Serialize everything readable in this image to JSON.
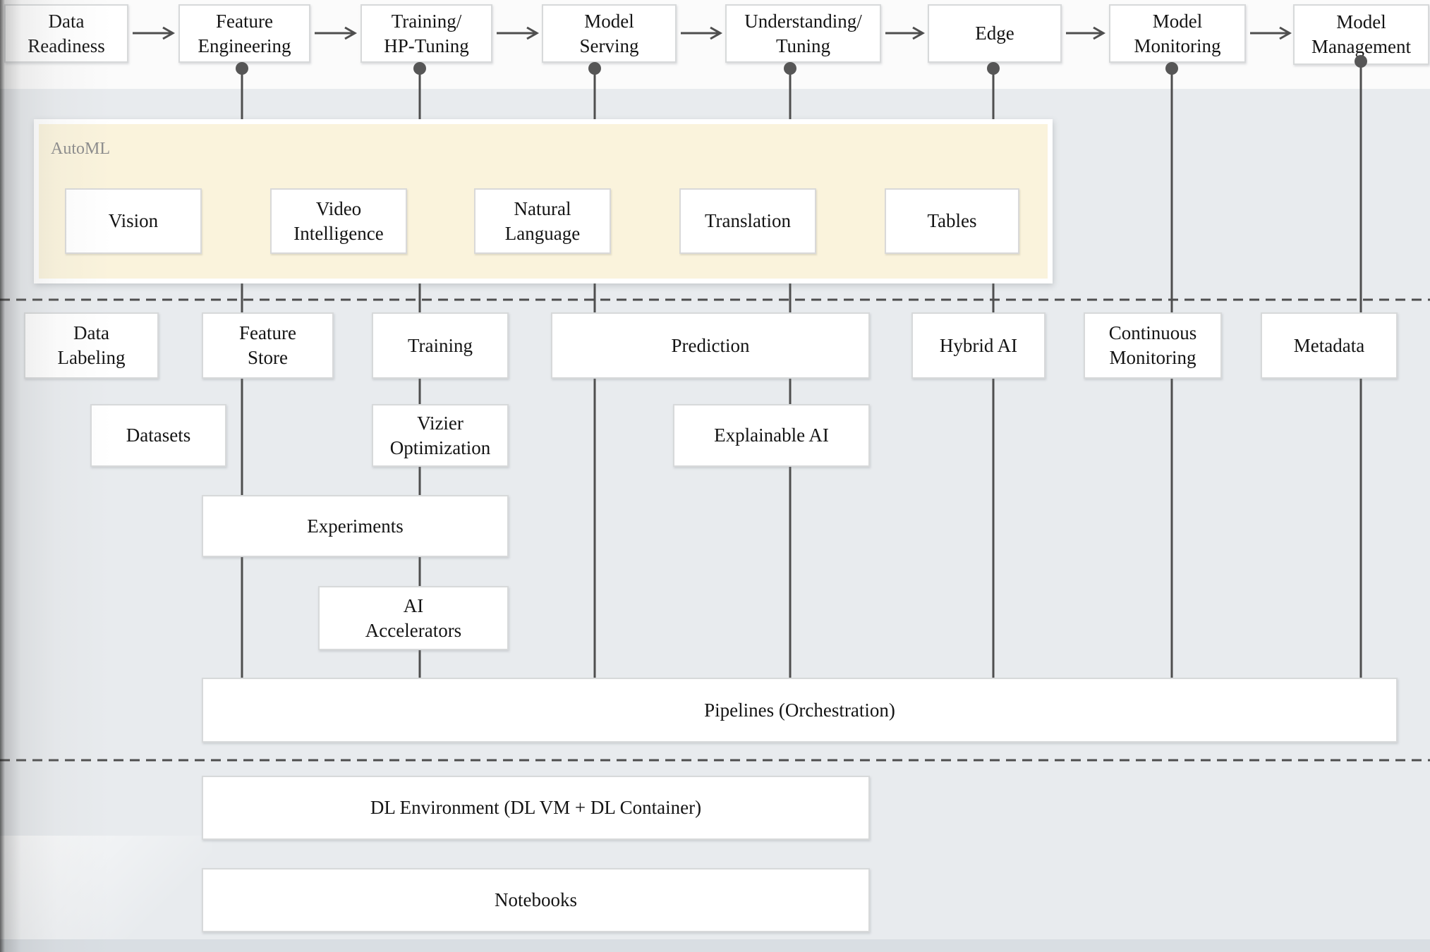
{
  "diagram": {
    "stages": [
      {
        "label": "Data\nReadiness"
      },
      {
        "label": "Feature\nEngineering"
      },
      {
        "label": "Training/\nHP-Tuning"
      },
      {
        "label": "Model\nServing"
      },
      {
        "label": "Understanding/\nTuning"
      },
      {
        "label": "Edge"
      },
      {
        "label": "Model\nMonitoring"
      },
      {
        "label": "Model\nManagement"
      }
    ],
    "automl": {
      "label": "AutoML",
      "services": [
        {
          "label": "Vision"
        },
        {
          "label": "Video\nIntelligence"
        },
        {
          "label": "Natural\nLanguage"
        },
        {
          "label": "Translation"
        },
        {
          "label": "Tables"
        }
      ]
    },
    "components": {
      "data_labeling": "Data\nLabeling",
      "feature_store": "Feature\nStore",
      "training": "Training",
      "prediction": "Prediction",
      "hybrid_ai": "Hybrid AI",
      "continuous_monitoring": "Continuous\nMonitoring",
      "metadata": "Metadata",
      "datasets": "Datasets",
      "vizier_optimization": "Vizier\nOptimization",
      "explainable_ai": "Explainable AI",
      "experiments": "Experiments",
      "ai_accelerators": "AI\nAccelerators",
      "pipelines": "Pipelines (Orchestration)",
      "dl_environment": "DL Environment (DL VM + DL Container)",
      "notebooks": "Notebooks"
    },
    "colors": {
      "background": "#e8ebee",
      "top_band": "#fbfbfb",
      "automl_fill": "#faf3dc",
      "automl_label": "#8b8b8b",
      "box_border": "#d7d9da",
      "connector": "#4e4e4e",
      "bottom_strip": "#d9dee3"
    }
  }
}
